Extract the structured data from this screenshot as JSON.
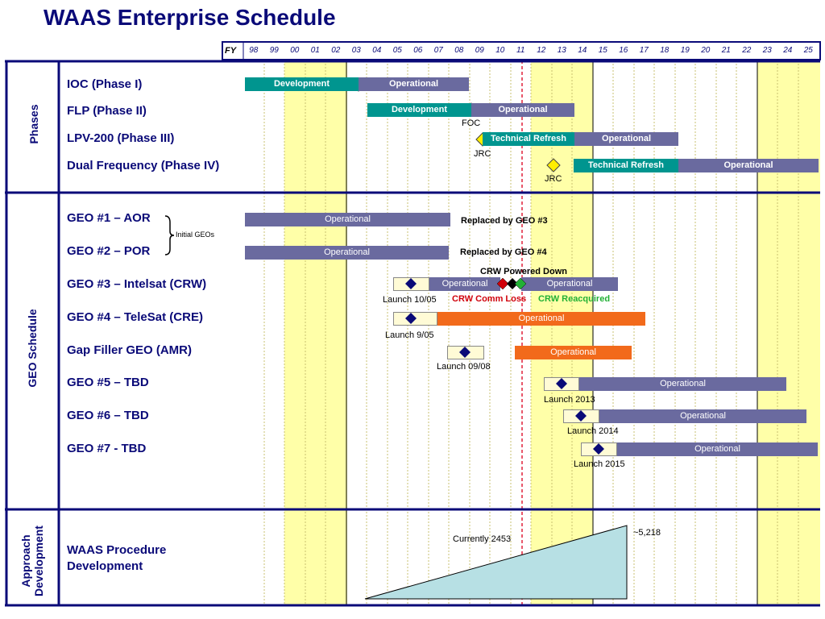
{
  "title": "WAAS Enterprise Schedule",
  "fy_label": "FY",
  "years": [
    "98",
    "99",
    "00",
    "01",
    "02",
    "03",
    "04",
    "05",
    "06",
    "07",
    "08",
    "09",
    "10",
    "11",
    "12",
    "13",
    "14",
    "15",
    "16",
    "17",
    "18",
    "19",
    "20",
    "21",
    "22",
    "23",
    "24",
    "25"
  ],
  "colors": {
    "navy": "#0a0a78",
    "teal": "#00958f",
    "slate": "#6a6a9f",
    "orange": "#f26a1b",
    "highlight": "#ffffa8",
    "milestone_yellow": "#ffee00",
    "milestone_navy": "#0a0a78",
    "red": "#d0000a",
    "green": "#22b035",
    "wedge": "#b7e0e4"
  },
  "sections": {
    "phases": "Phases",
    "geo": "GEO Schedule",
    "approach_line1": "Approach",
    "approach_line2": "Development"
  },
  "rows": {
    "ioc": "IOC (Phase I)",
    "flp": "FLP (Phase II)",
    "lpv": "LPV-200 (Phase III)",
    "dual": "Dual Frequency (Phase IV)",
    "geo1": "GEO #1 – AOR",
    "geo2": "GEO #2 – POR",
    "geo3": "GEO #3 – Intelsat (CRW)",
    "geo4": "GEO #4 – TeleSat (CRE)",
    "gapfiller": "Gap Filler GEO (AMR)",
    "geo5": "GEO #5 – TBD",
    "geo6": "GEO #6 – TBD",
    "geo7": "GEO #7 - TBD",
    "waas_line1": "WAAS Procedure",
    "waas_line2": "Development"
  },
  "bars": {
    "development": "Development",
    "operational": "Operational",
    "technical_refresh": "Technical Refresh"
  },
  "notes": {
    "foc": "FOC",
    "jrc": "JRC",
    "initial_geos": "Initial GEOs",
    "replaced_geo3": "Replaced by GEO #3",
    "replaced_geo4": "Replaced by GEO #4",
    "crw_powered_down": "CRW Powered Down",
    "crw_comm_loss": "CRW Comm Loss",
    "crw_reacquired": "CRW Reacquired",
    "launch_1005": "Launch 10/05",
    "launch_905": "Launch 9/05",
    "launch_0908": "Launch 09/08",
    "launch_2013": "Launch 2013",
    "launch_2014": "Launch 2014",
    "launch_2015": "Launch 2015",
    "currently": "Currently 2453",
    "target": "~5,218"
  }
}
